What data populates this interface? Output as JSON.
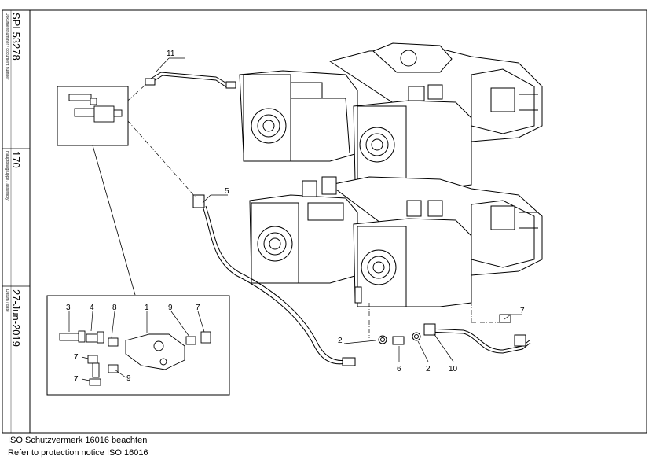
{
  "title_block": {
    "document_number_label": "Dokumentnummer / document number",
    "document_number": "SPL53278",
    "assembly_label": "Hauptbaugruppe / assembly",
    "assembly": "170",
    "date_label": "Datum / date",
    "date": "27-Jun-2019"
  },
  "footer": {
    "notice_de": "ISO Schutzvermerk 16016 beachten",
    "notice_en": "Refer to protection notice ISO 16016"
  },
  "callouts": [
    "11",
    "5",
    "2",
    "6",
    "2",
    "10",
    "7",
    "3",
    "4",
    "8",
    "1",
    "9",
    "7",
    "7",
    "7",
    "9"
  ]
}
